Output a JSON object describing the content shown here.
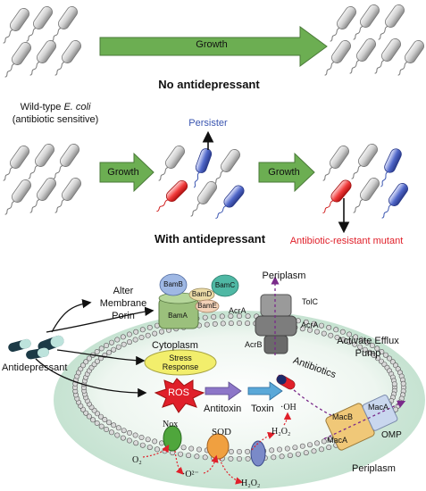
{
  "top_panel": {
    "growth_label": "Growth",
    "caption": "No antidepressant",
    "wildtype_line1_prefix": "Wild-type ",
    "wildtype_line1_italic": "E. coli",
    "wildtype_line2": "(antibiotic sensitive)"
  },
  "middle_panel": {
    "growth_label_1": "Growth",
    "growth_label_2": "Growth",
    "persister_label": "Persister",
    "caption": "With antidepressant",
    "mutant_label": "Antibiotic-resistant mutant"
  },
  "cell_diagram": {
    "alter_porin": [
      "Alter",
      "Membrane",
      "Porin"
    ],
    "antidepressant": "Antidepressant",
    "bam": {
      "a": "BamA",
      "b": "BamB",
      "c": "BamC",
      "d": "BamD",
      "e": "BamE"
    },
    "periplasm_top": "Periplasm",
    "tolc": "TolC",
    "acra_left": "AcrA",
    "acra_right": "AcrA",
    "acrb": "AcrB",
    "cytoplasm": "Cytoplasm",
    "activate_efflux": [
      "Activate Efflux",
      "Pump"
    ],
    "stress_response": [
      "Stress",
      "Response"
    ],
    "antibiotics": "Antibiotics",
    "ros": "ROS",
    "antitoxin": "Antitoxin",
    "toxin": "Toxin",
    "oh": "·OH",
    "h2o2_inner": "H₂O₂",
    "nox": "Nox",
    "sod": "SOD",
    "o2": "O₂",
    "superoxide": "·O²⁻",
    "h2o2_outer": "H₂O₂",
    "maca_top": "MacA",
    "macb": "MacB",
    "maca_bottom": "MacA",
    "omp": "OMP",
    "periplasm_bottom": "Periplasm"
  },
  "colors": {
    "growth_arrow": "#6cae52",
    "persister_blue": "#3a55b0",
    "mutant_red": "#e0202a",
    "ros_red": "#e0202a",
    "membrane_outer": "#c8e6d4",
    "stress_yellow": "#f2ee6c"
  }
}
